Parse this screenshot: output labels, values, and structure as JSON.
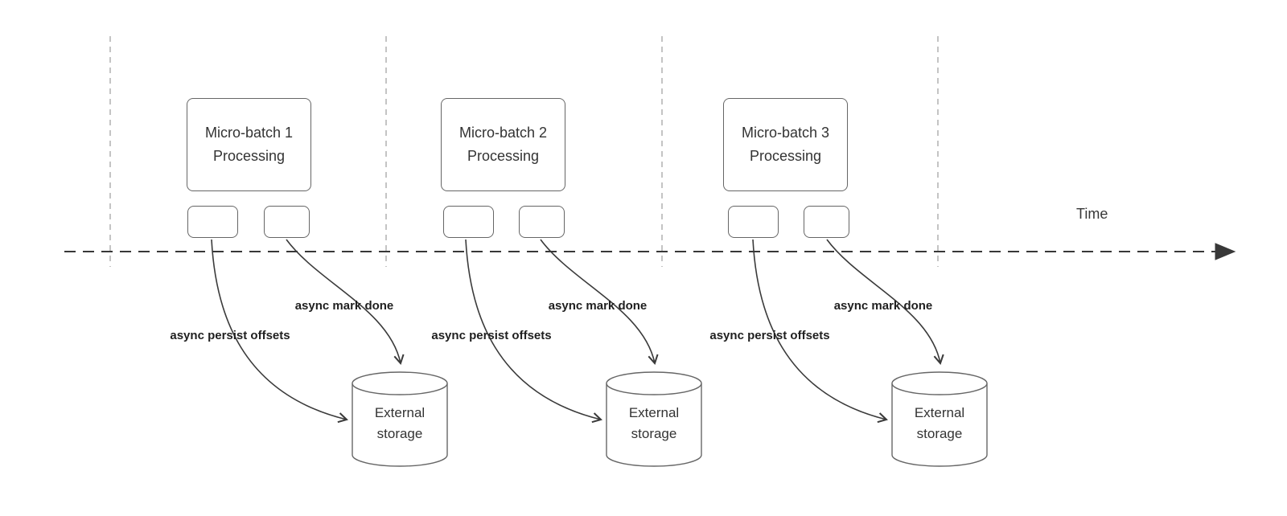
{
  "diagram": {
    "time_label": "Time",
    "batches": [
      {
        "title_line1": "Micro-batch 1",
        "title_line2": "Processing",
        "persist_label": "async persist offsets",
        "done_label": "async mark done",
        "storage_line1": "External",
        "storage_line2": "storage"
      },
      {
        "title_line1": "Micro-batch 2",
        "title_line2": "Processing",
        "persist_label": "async persist offsets",
        "done_label": "async mark done",
        "storage_line1": "External",
        "storage_line2": "storage"
      },
      {
        "title_line1": "Micro-batch 3",
        "title_line2": "Processing",
        "persist_label": "async persist offsets",
        "done_label": "async mark done",
        "storage_line1": "External",
        "storage_line2": "storage"
      }
    ],
    "colors": {
      "node_border": "#666666",
      "node_text": "#333333",
      "arrow": "#3a3a3a",
      "timeline": "#383838",
      "gridline": "#b5b5b5"
    }
  }
}
